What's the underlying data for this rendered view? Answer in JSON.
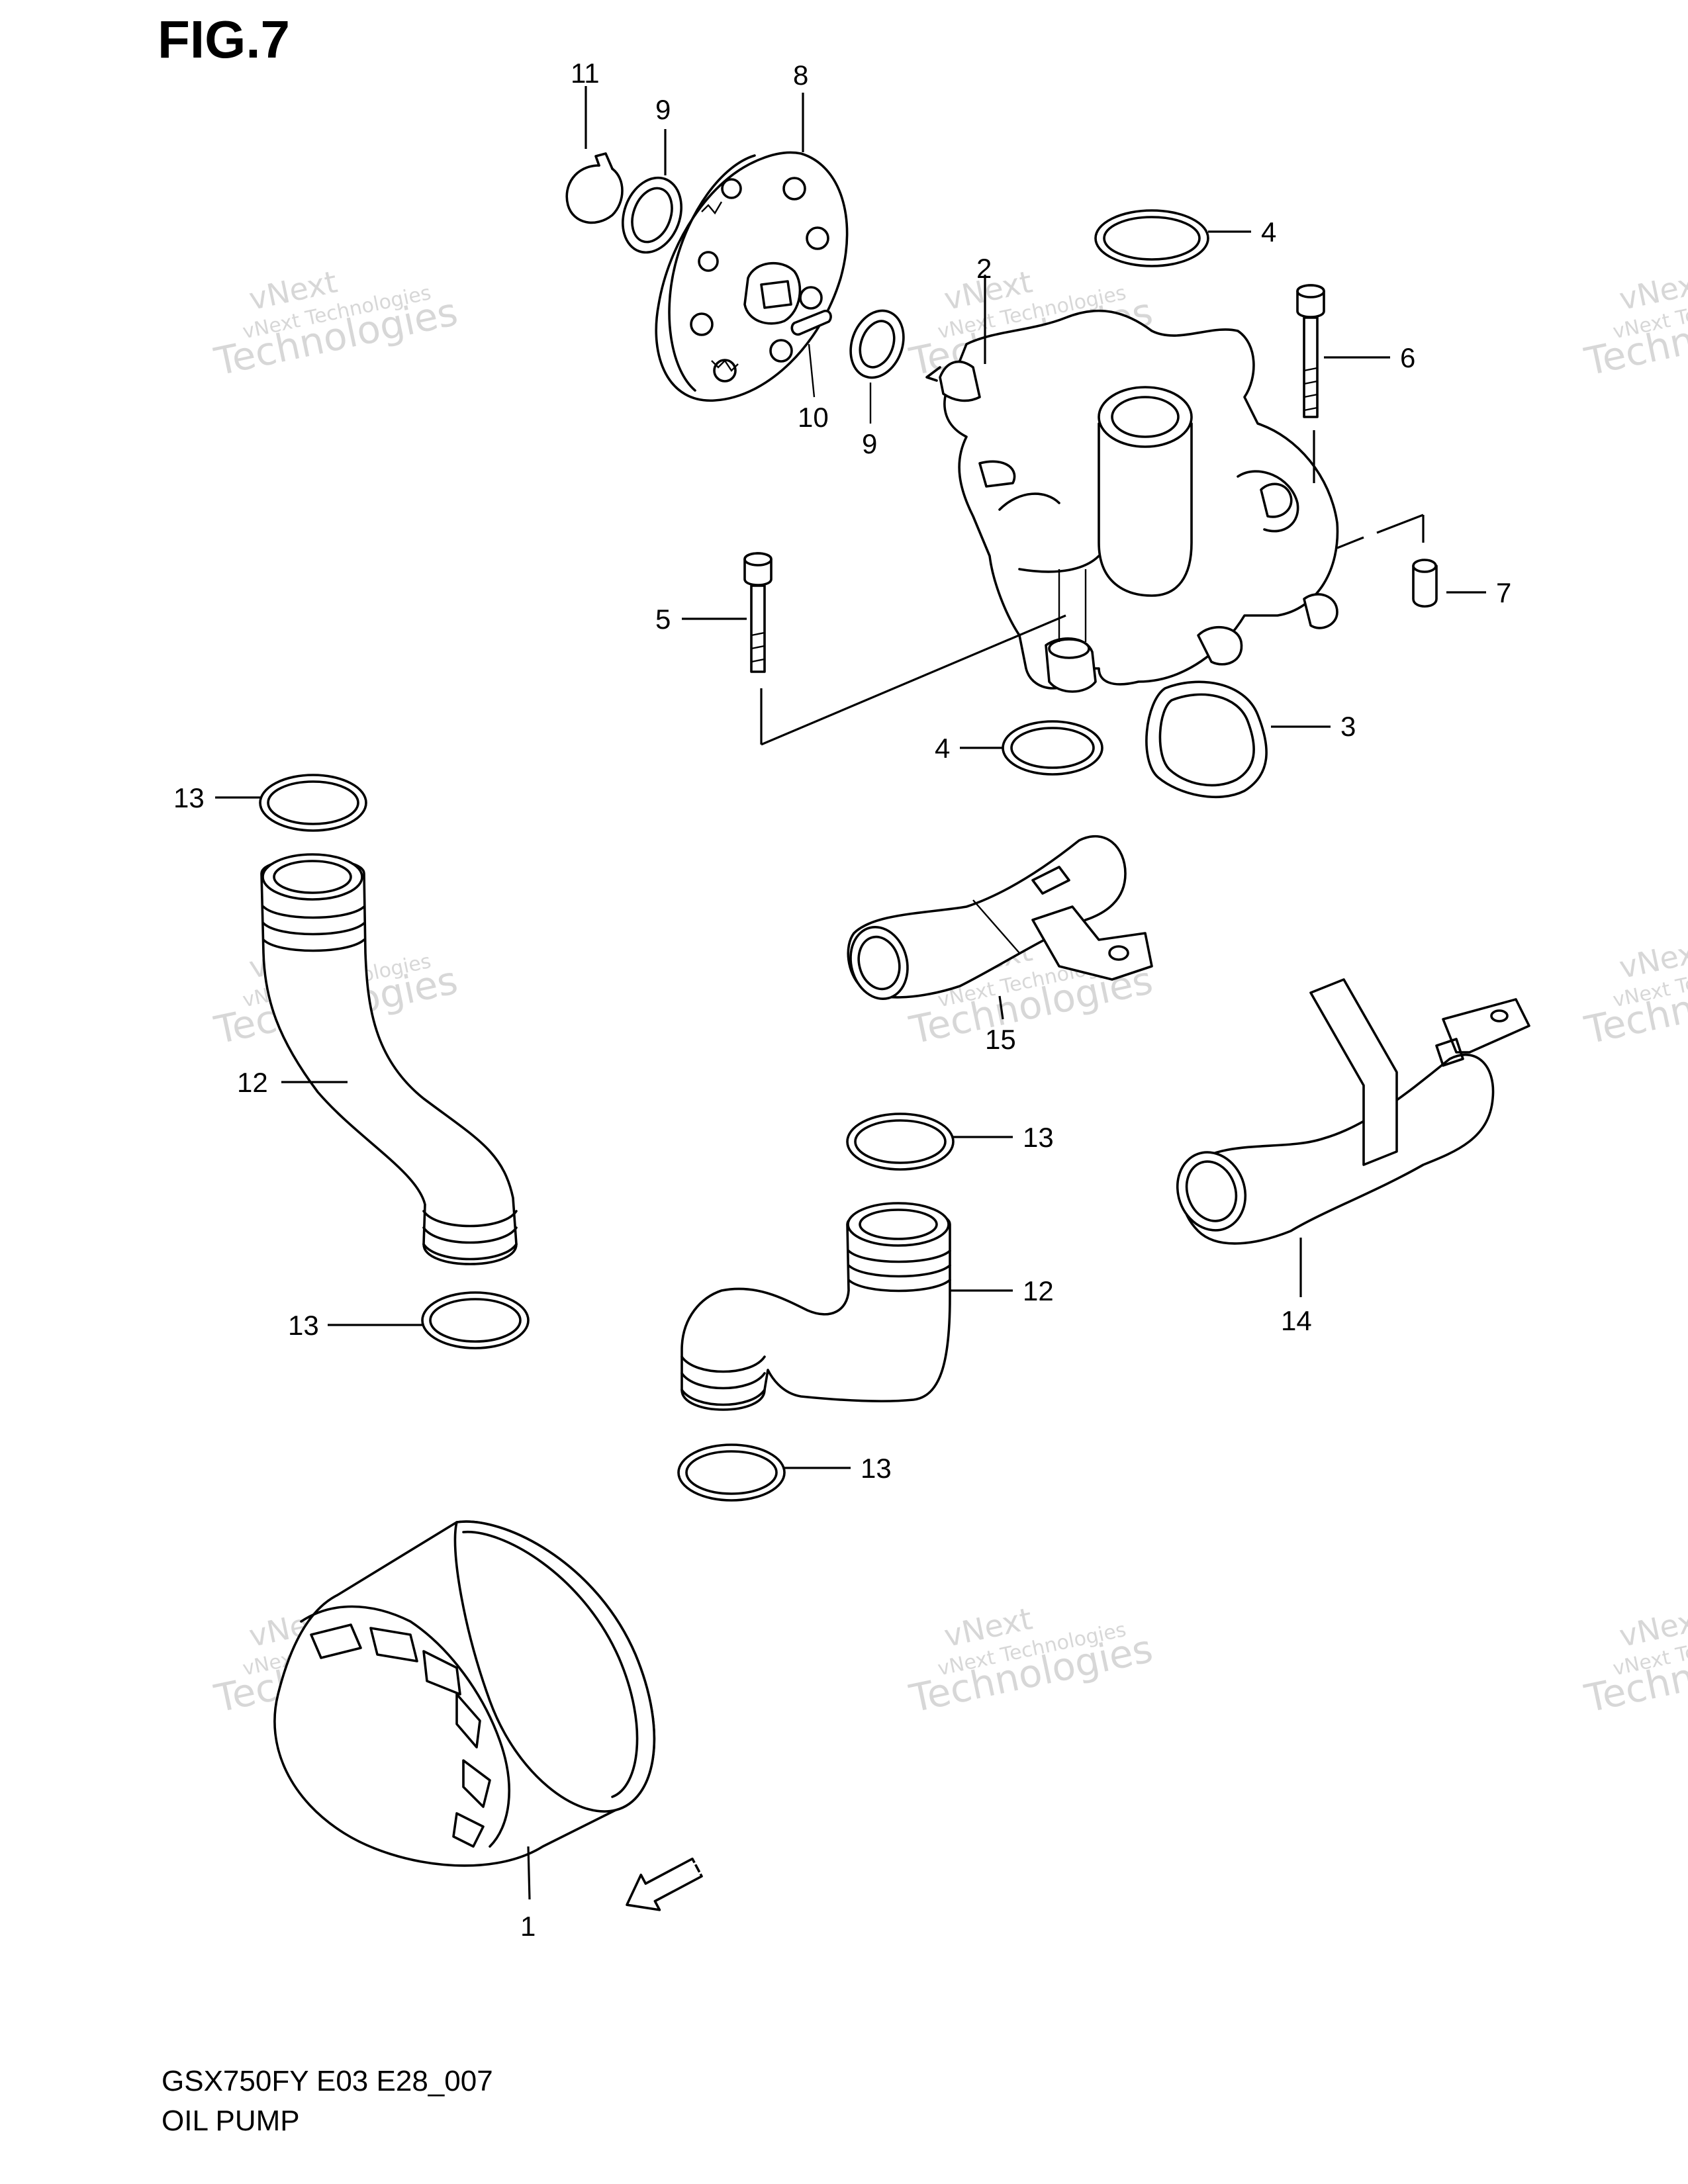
{
  "figure": {
    "title": "FIG.7",
    "model_code": "GSX750FY E03 E28_007",
    "section_name": "OIL PUMP",
    "direction_label": "FWD"
  },
  "callouts": {
    "c1": "1",
    "c2": "2",
    "c3": "3",
    "c4a": "4",
    "c4b": "4",
    "c5": "5",
    "c6": "6",
    "c7": "7",
    "c8": "8",
    "c9a": "9",
    "c9b": "9",
    "c10": "10",
    "c11": "11",
    "c12a": "12",
    "c12b": "12",
    "c13a": "13",
    "c13b": "13",
    "c13c": "13",
    "c13d": "13",
    "c14": "14",
    "c15": "15"
  },
  "watermark": {
    "line1": "vNext",
    "line2": "vNext Technologies",
    "line3": "Technologies"
  },
  "colors": {
    "line": "#000000",
    "watermark": "#b8b8b8",
    "background": "#ffffff"
  }
}
